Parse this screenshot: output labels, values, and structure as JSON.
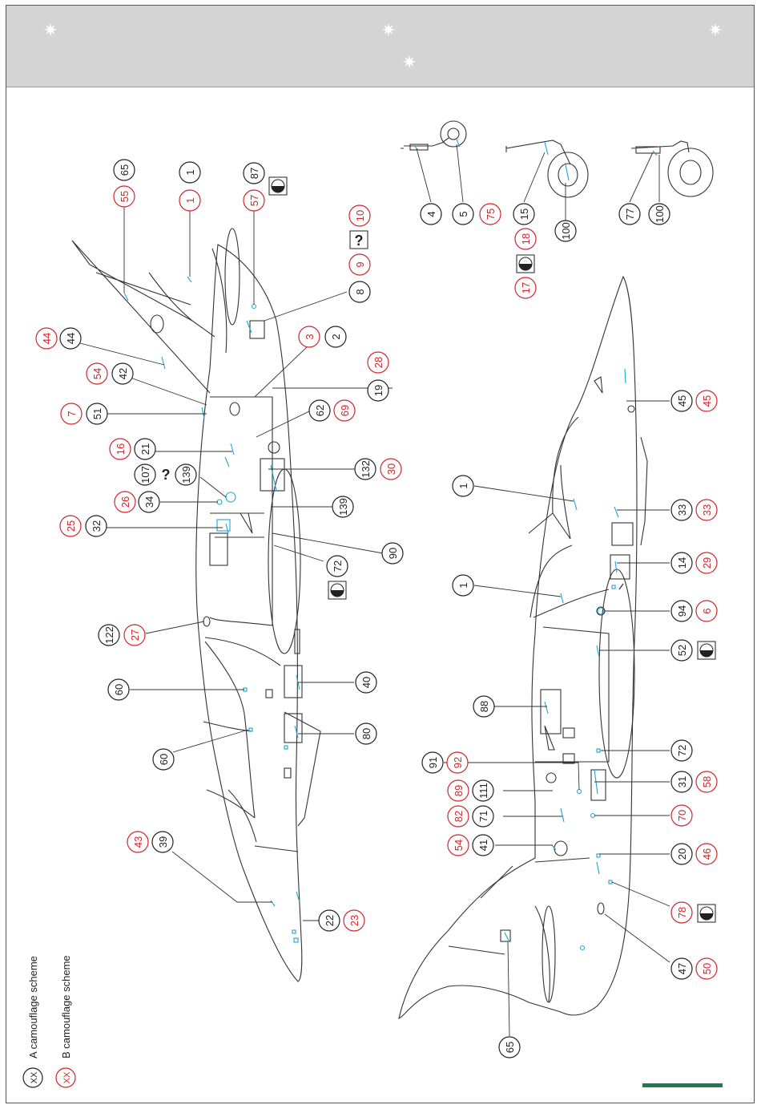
{
  "header": {
    "stars": [
      "✷",
      "✷",
      "✷",
      "✷"
    ]
  },
  "legend": {
    "items": [
      {
        "marker": "XX",
        "label": "A  camouflage scheme",
        "color": "#222222"
      },
      {
        "marker": "XX",
        "label": "B  camouflage scheme",
        "color": "#d0262b"
      }
    ]
  },
  "symbols": {
    "question": "?",
    "half_disc": "half-disc-icon"
  },
  "colors": {
    "black": "#222222",
    "red": "#d0262b",
    "cyan": "#1aa7d8",
    "green": "#1f7a4d",
    "header": "#d4d4d4"
  },
  "upper_view": {
    "callouts": [
      {
        "t": "65",
        "c": "k"
      },
      {
        "t": "55",
        "c": "r"
      },
      {
        "t": "1",
        "c": "k"
      },
      {
        "t": "1",
        "c": "r"
      },
      {
        "t": "87",
        "c": "k"
      },
      {
        "t": "57",
        "c": "r"
      },
      {
        "t": "10",
        "c": "r"
      },
      {
        "t": "9",
        "c": "r"
      },
      {
        "t": "8",
        "c": "k"
      },
      {
        "t": "44",
        "c": "r"
      },
      {
        "t": "44",
        "c": "k"
      },
      {
        "t": "2",
        "c": "k"
      },
      {
        "t": "3",
        "c": "r"
      },
      {
        "t": "54",
        "c": "r"
      },
      {
        "t": "42",
        "c": "k"
      },
      {
        "t": "28",
        "c": "r"
      },
      {
        "t": "19",
        "c": "k"
      },
      {
        "t": "7",
        "c": "r"
      },
      {
        "t": "51",
        "c": "k"
      },
      {
        "t": "62",
        "c": "k"
      },
      {
        "t": "69",
        "c": "r"
      },
      {
        "t": "16",
        "c": "r"
      },
      {
        "t": "21",
        "c": "k"
      },
      {
        "t": "107",
        "c": "k"
      },
      {
        "t": "139",
        "c": "k"
      },
      {
        "t": "132",
        "c": "k"
      },
      {
        "t": "30",
        "c": "r"
      },
      {
        "t": "26",
        "c": "r"
      },
      {
        "t": "34",
        "c": "k"
      },
      {
        "t": "139",
        "c": "k"
      },
      {
        "t": "25",
        "c": "r"
      },
      {
        "t": "32",
        "c": "k"
      },
      {
        "t": "90",
        "c": "k"
      },
      {
        "t": "72",
        "c": "k"
      },
      {
        "t": "122",
        "c": "k"
      },
      {
        "t": "27",
        "c": "r"
      },
      {
        "t": "60",
        "c": "k"
      },
      {
        "t": "40",
        "c": "k"
      },
      {
        "t": "80",
        "c": "k"
      },
      {
        "t": "60",
        "c": "k"
      },
      {
        "t": "43",
        "c": "r"
      },
      {
        "t": "39",
        "c": "k"
      },
      {
        "t": "22",
        "c": "k"
      },
      {
        "t": "23",
        "c": "r"
      }
    ]
  },
  "gear_view": {
    "callouts": [
      {
        "t": "4",
        "c": "k"
      },
      {
        "t": "5",
        "c": "k"
      },
      {
        "t": "75",
        "c": "r"
      },
      {
        "t": "15",
        "c": "k"
      },
      {
        "t": "100",
        "c": "k"
      },
      {
        "t": "18",
        "c": "r"
      },
      {
        "t": "17",
        "c": "r"
      },
      {
        "t": "77",
        "c": "k"
      },
      {
        "t": "100",
        "c": "k"
      }
    ]
  },
  "lower_view": {
    "callouts": [
      {
        "t": "45",
        "c": "k"
      },
      {
        "t": "45",
        "c": "r"
      },
      {
        "t": "1",
        "c": "k"
      },
      {
        "t": "33",
        "c": "k"
      },
      {
        "t": "33",
        "c": "r"
      },
      {
        "t": "14",
        "c": "k"
      },
      {
        "t": "29",
        "c": "r"
      },
      {
        "t": "1",
        "c": "k"
      },
      {
        "t": "94",
        "c": "k"
      },
      {
        "t": "6",
        "c": "r"
      },
      {
        "t": "52",
        "c": "k"
      },
      {
        "t": "88",
        "c": "k"
      },
      {
        "t": "72",
        "c": "k"
      },
      {
        "t": "91",
        "c": "k"
      },
      {
        "t": "92",
        "c": "r"
      },
      {
        "t": "31",
        "c": "k"
      },
      {
        "t": "58",
        "c": "r"
      },
      {
        "t": "89",
        "c": "r"
      },
      {
        "t": "111",
        "c": "k"
      },
      {
        "t": "82",
        "c": "r"
      },
      {
        "t": "71",
        "c": "k"
      },
      {
        "t": "70",
        "c": "r"
      },
      {
        "t": "54",
        "c": "r"
      },
      {
        "t": "41",
        "c": "k"
      },
      {
        "t": "20",
        "c": "k"
      },
      {
        "t": "46",
        "c": "r"
      },
      {
        "t": "78",
        "c": "r"
      },
      {
        "t": "47",
        "c": "k"
      },
      {
        "t": "50",
        "c": "r"
      },
      {
        "t": "65",
        "c": "k"
      }
    ]
  }
}
